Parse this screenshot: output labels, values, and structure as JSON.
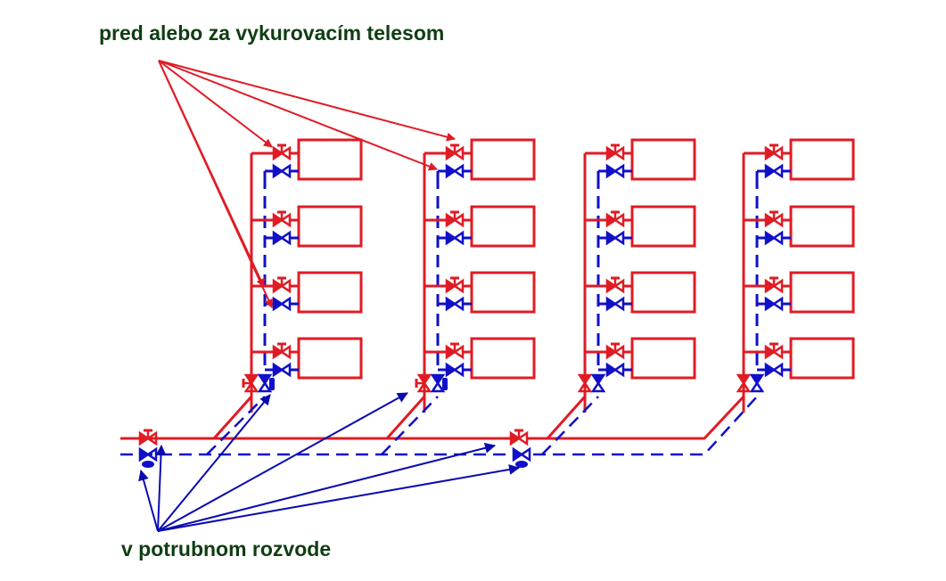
{
  "labels": {
    "top": "pred alebo za vykurovacím telesom",
    "bottom": "v potrubnom rozvode"
  },
  "colors": {
    "supply": "#e01b24",
    "return": "#1010c8",
    "arrow_red": "#e01b24",
    "arrow_blue": "#0a0ab0",
    "text": "#0f3d12"
  },
  "diagram": {
    "risers": 4,
    "radiators_per_riser": 4,
    "supply_pipe": "solid",
    "return_pipe": "dashed",
    "annotations": [
      {
        "label_ref": "top",
        "targets": "valves before/after radiators",
        "arrow_count": 5
      },
      {
        "label_ref": "bottom",
        "targets": "valves in pipe distribution",
        "arrow_count": 6
      }
    ]
  }
}
